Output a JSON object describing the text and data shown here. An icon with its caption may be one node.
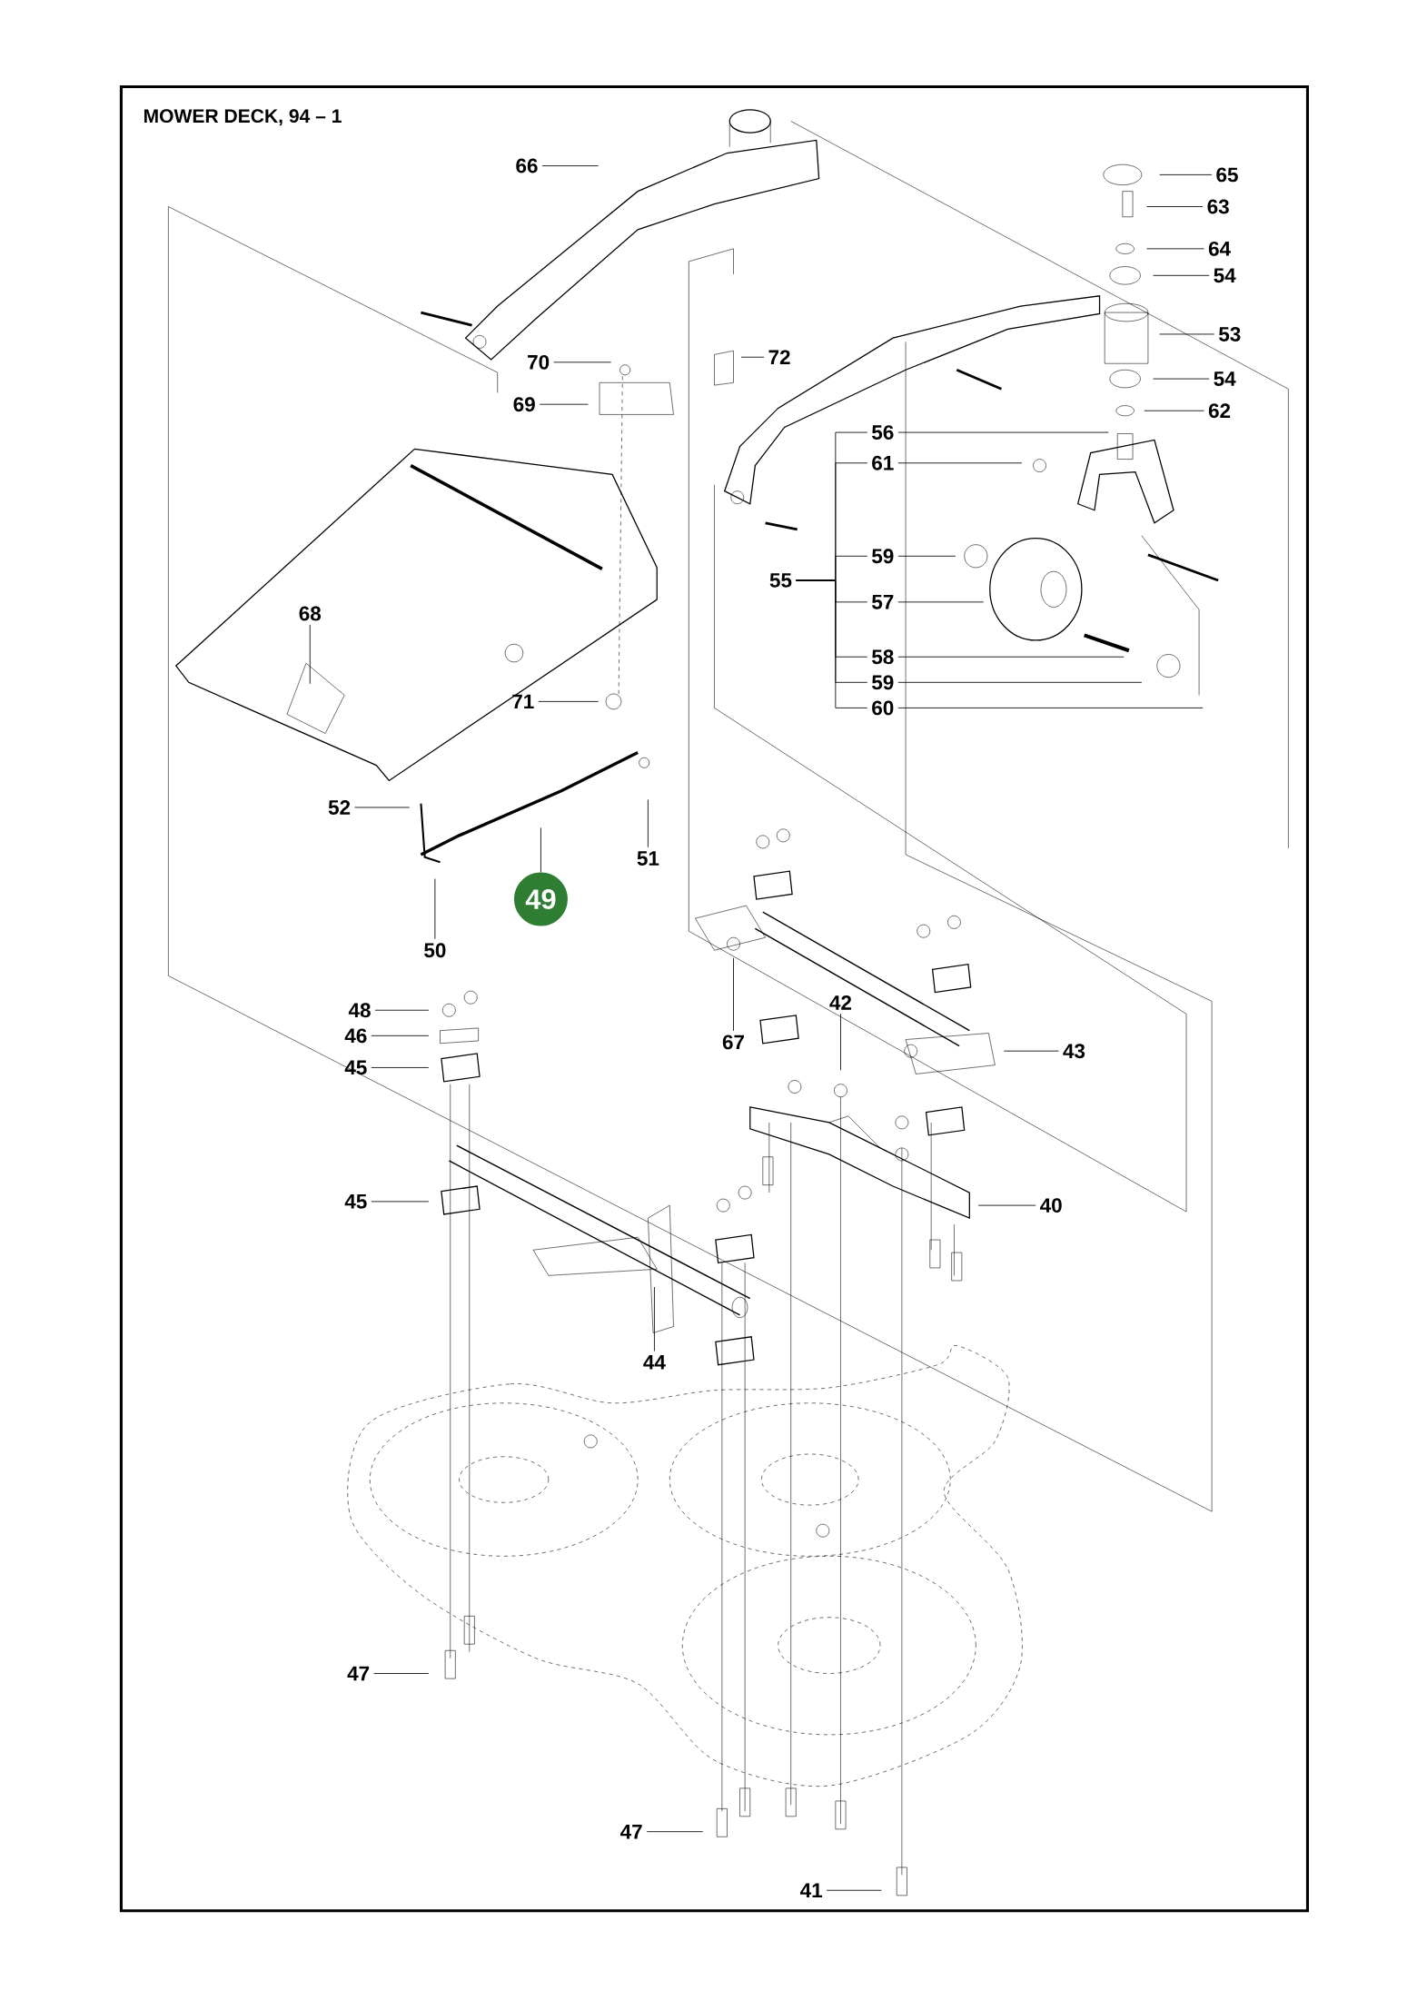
{
  "diagram": {
    "title": "MOWER DECK, 94 – 1",
    "nodes": [
      {
        "text": [
          "66"
        ]
      },
      {
        "text": [
          "65"
        ]
      },
      {
        "text": [
          "63"
        ]
      },
      {
        "text": [
          "64"
        ]
      },
      {
        "text": [
          "54"
        ]
      },
      {
        "text": [
          "53"
        ]
      },
      {
        "text": [
          "54"
        ]
      },
      {
        "text": [
          "62"
        ]
      },
      {
        "text": [
          "70"
        ]
      },
      {
        "text": [
          "72"
        ]
      },
      {
        "text": [
          "69"
        ]
      },
      {
        "text": [
          "56"
        ]
      },
      {
        "text": [
          "61"
        ]
      },
      {
        "text": [
          "55"
        ]
      },
      {
        "text": [
          "59"
        ]
      },
      {
        "text": [
          "57"
        ]
      },
      {
        "text": [
          "58"
        ]
      },
      {
        "text": [
          "59"
        ]
      },
      {
        "text": [
          "60"
        ]
      },
      {
        "text": [
          "68"
        ]
      },
      {
        "text": [
          "71"
        ]
      },
      {
        "text": [
          "52"
        ]
      },
      {
        "text": [
          "51"
        ]
      },
      {
        "text": [
          "49"
        ]
      },
      {
        "text": [
          "50"
        ]
      },
      {
        "text": [
          "48"
        ]
      },
      {
        "text": [
          "46"
        ]
      },
      {
        "text": [
          "45"
        ]
      },
      {
        "text": [
          "67"
        ]
      },
      {
        "text": [
          "42"
        ]
      },
      {
        "text": [
          "43"
        ]
      },
      {
        "text": [
          "45"
        ]
      },
      {
        "text": [
          "40"
        ]
      },
      {
        "text": [
          "44"
        ]
      },
      {
        "text": [
          "47"
        ]
      },
      {
        "text": [
          "47"
        ]
      },
      {
        "text": [
          "41"
        ]
      }
    ],
    "edges": [
      {
        "from": 0,
        "to": null,
        "arrow": "none"
      },
      {
        "from": 1,
        "to": null,
        "arrow": "none"
      },
      {
        "from": 2,
        "to": null,
        "arrow": "none"
      },
      {
        "from": 3,
        "to": null,
        "arrow": "none"
      },
      {
        "from": 4,
        "to": null,
        "arrow": "none"
      },
      {
        "from": 5,
        "to": null,
        "arrow": "none"
      },
      {
        "from": 6,
        "to": null,
        "arrow": "none"
      },
      {
        "from": 7,
        "to": null,
        "arrow": "none"
      },
      {
        "from": 8,
        "to": null,
        "arrow": "none"
      },
      {
        "from": 9,
        "to": null,
        "arrow": "none"
      },
      {
        "from": 10,
        "to": null,
        "arrow": "none"
      },
      {
        "from": 11,
        "to": null,
        "arrow": "none"
      },
      {
        "from": 12,
        "to": null,
        "arrow": "none"
      },
      {
        "from": 14,
        "to": null,
        "arrow": "none"
      },
      {
        "from": 15,
        "to": null,
        "arrow": "none"
      },
      {
        "from": 16,
        "to": null,
        "arrow": "none"
      },
      {
        "from": 17,
        "to": null,
        "arrow": "none"
      },
      {
        "from": 18,
        "to": null,
        "arrow": "none"
      },
      {
        "from": 13,
        "to": 11,
        "arrow": "none"
      },
      {
        "from": 13,
        "to": 12,
        "arrow": "none"
      },
      {
        "from": 13,
        "to": 14,
        "arrow": "none"
      },
      {
        "from": 13,
        "to": 15,
        "arrow": "none"
      },
      {
        "from": 13,
        "to": 16,
        "arrow": "none"
      },
      {
        "from": 13,
        "to": 17,
        "arrow": "none"
      },
      {
        "from": 13,
        "to": 18,
        "arrow": "none"
      },
      {
        "from": 19,
        "to": null,
        "arrow": "none"
      },
      {
        "from": 20,
        "to": null,
        "arrow": "none"
      },
      {
        "from": 21,
        "to": null,
        "arrow": "none"
      },
      {
        "from": 22,
        "to": null,
        "arrow": "none"
      },
      {
        "from": 23,
        "to": null,
        "arrow": "none"
      },
      {
        "from": 24,
        "to": null,
        "arrow": "none"
      },
      {
        "from": 25,
        "to": null,
        "arrow": "none"
      },
      {
        "from": 26,
        "to": null,
        "arrow": "none"
      },
      {
        "from": 27,
        "to": null,
        "arrow": "none"
      },
      {
        "from": 28,
        "to": null,
        "arrow": "none"
      },
      {
        "from": 29,
        "to": null,
        "arrow": "none"
      },
      {
        "from": 30,
        "to": null,
        "arrow": "none"
      },
      {
        "from": 31,
        "to": null,
        "arrow": "none"
      },
      {
        "from": 32,
        "to": null,
        "arrow": "none"
      },
      {
        "from": 33,
        "to": null,
        "arrow": "none"
      },
      {
        "from": 34,
        "to": null,
        "arrow": "none"
      },
      {
        "from": 35,
        "to": null,
        "arrow": "none"
      },
      {
        "from": 36,
        "to": null,
        "arrow": "none"
      }
    ]
  }
}
